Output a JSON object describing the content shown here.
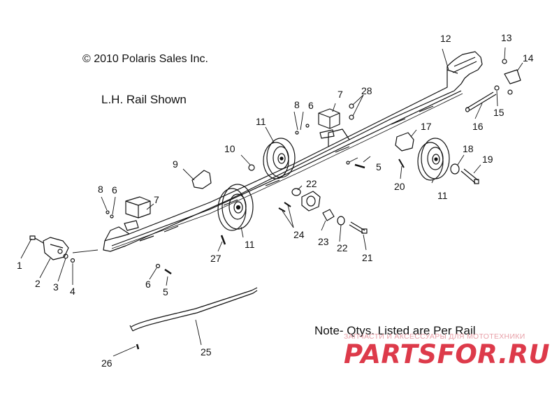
{
  "copyright": "© 2010 Polaris Sales Inc.",
  "rail_note": "L.H. Rail Shown",
  "qty_note": "Note- Qtys. Listed are Per Rail",
  "watermark": {
    "subtitle": "ЗАПЧАСТИ И АКСЕССУАРЫ ДЛЯ МОТОТЕХНИКИ",
    "logo": "PARTSFOR.RU",
    "color": "#dd3a4a"
  },
  "callouts": [
    "1",
    "2",
    "3",
    "4",
    "5",
    "5",
    "6",
    "6",
    "6",
    "7",
    "7",
    "8",
    "8",
    "9",
    "10",
    "11",
    "11",
    "11",
    "12",
    "13",
    "14",
    "15",
    "16",
    "17",
    "18",
    "19",
    "20",
    "21",
    "22",
    "22",
    "23",
    "24",
    "25",
    "26",
    "27",
    "28"
  ]
}
